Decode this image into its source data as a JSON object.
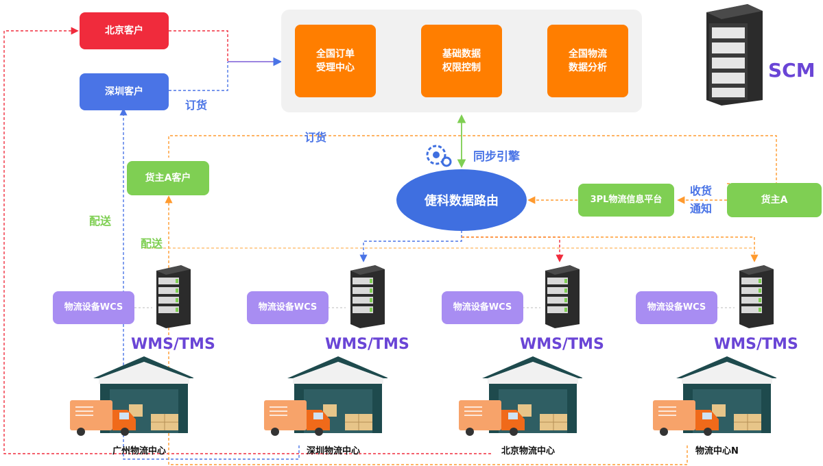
{
  "customers": {
    "beijing": "北京客户",
    "shenzhen": "深圳客户",
    "owner_a": "货主A客户"
  },
  "scm_panel": {
    "order_center": "全国订单\n受理中心",
    "base_data": "基础数据\n权限控制",
    "analysis": "全国物流\n数据分析"
  },
  "scm_label": "SCM",
  "labels": {
    "order_1": "订货",
    "order_2": "订货",
    "sync_engine": "同步引擎",
    "deliver_1": "配送",
    "deliver_2": "配送",
    "receive_notice": "收货\n通知"
  },
  "router": "倢科数据路由",
  "platform_3pl": "3PL物流信息平台",
  "owner": "货主A",
  "wcs_label": "物流设备WCS",
  "wms_label": "WMS/TMS",
  "centers": [
    "广州物流中心",
    "深圳物流中心",
    "北京物流中心",
    "物流中心N"
  ],
  "colors": {
    "red": "#f02b3c",
    "blue": "#4a74e6",
    "orange": "#ff7e00",
    "green": "#7fcf53",
    "purple": "#a88df2",
    "wms_text": "#6a45d6"
  }
}
